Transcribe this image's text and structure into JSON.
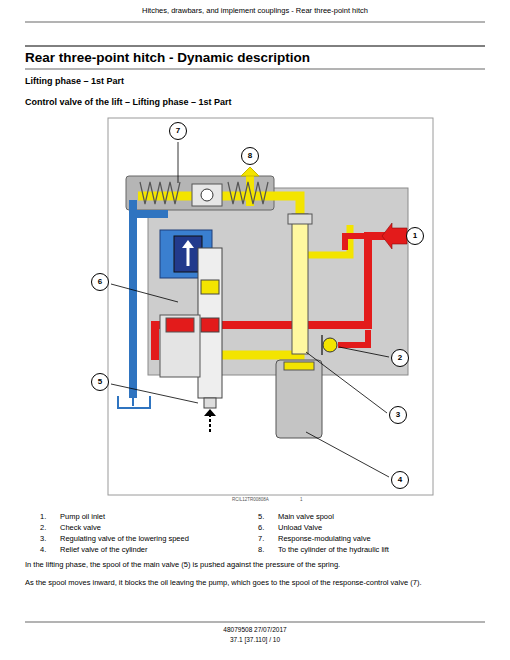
{
  "diagram": {
    "title": "Rear three-point hitch - Dynamic description",
    "nodes": [
      {
        "text": [
          "7"
        ]
      },
      {
        "text": [
          "8"
        ]
      },
      {
        "text": [
          "1"
        ]
      },
      {
        "text": [
          "6"
        ]
      },
      {
        "text": [
          "2"
        ]
      },
      {
        "text": [
          "5"
        ]
      },
      {
        "text": [
          "3"
        ]
      },
      {
        "text": [
          "4"
        ]
      }
    ],
    "labels": [
      "Hitches, drawbars, and implement couplings - Rear three-point hitch",
      "Lifting phase – 1st Part",
      "Control valve of the lift – Lifting phase – 1st Part",
      "RCIL12TR00808A",
      "1",
      "1.",
      "Pump oil inlet",
      "5.",
      "Main valve spool",
      "2.",
      "Check valve",
      "6.",
      "Unload Valve",
      "3.",
      "Regulating valve of the lowering speed",
      "7.",
      "Response-modulating valve",
      "4.",
      "Relief valve of the cylinder",
      "8.",
      "To the cylinder of the hydraulic lift",
      "In the lifting phase, the spool of the main valve (5) is pushed against the pressure of the spring.",
      "As the spool moves inward, it blocks the oil leaving the pump, which goes to the spool of the response-control valve (7).",
      "48079508 27/07/2017",
      "37.1 [37.110] / 10"
    ]
  }
}
